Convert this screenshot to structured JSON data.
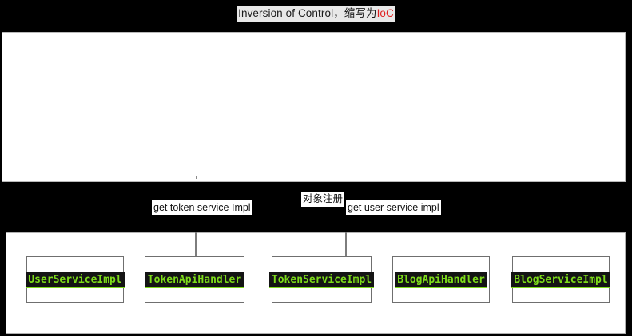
{
  "title": {
    "prefix": "Inversion of Control，缩写为",
    "accent": "IoC",
    "full": "Inversion of Control，缩写为IoC"
  },
  "panels": {
    "top_panel_name": "top-content-panel",
    "bottom_panel_name": "class-boxes-panel"
  },
  "band_labels": [
    {
      "id": "get-token-service-impl",
      "text": "get token service Impl"
    },
    {
      "id": "object-registration",
      "text": "对象注册"
    },
    {
      "id": "get-user-service-impl",
      "text": "get user service impl"
    }
  ],
  "class_boxes": [
    {
      "label": "UserServiceImpl"
    },
    {
      "label": "TokenApiHandler"
    },
    {
      "label": "TokenServiceImpl"
    },
    {
      "label": "BlogApiHandler"
    },
    {
      "label": "BlogServiceImpl"
    }
  ],
  "connectors": [
    {
      "id": "connector-to-token-api-handler"
    },
    {
      "id": "connector-to-token-service-impl"
    }
  ],
  "colors": {
    "background": "#000000",
    "panel": "#ffffff",
    "accent_red": "#e02020",
    "code_green": "#7ddc1a",
    "code_bg": "#141414",
    "highlight_gray": "#e8e8e8",
    "border_gray": "#b0b0b0",
    "connector_gray": "#7d7d7d"
  }
}
